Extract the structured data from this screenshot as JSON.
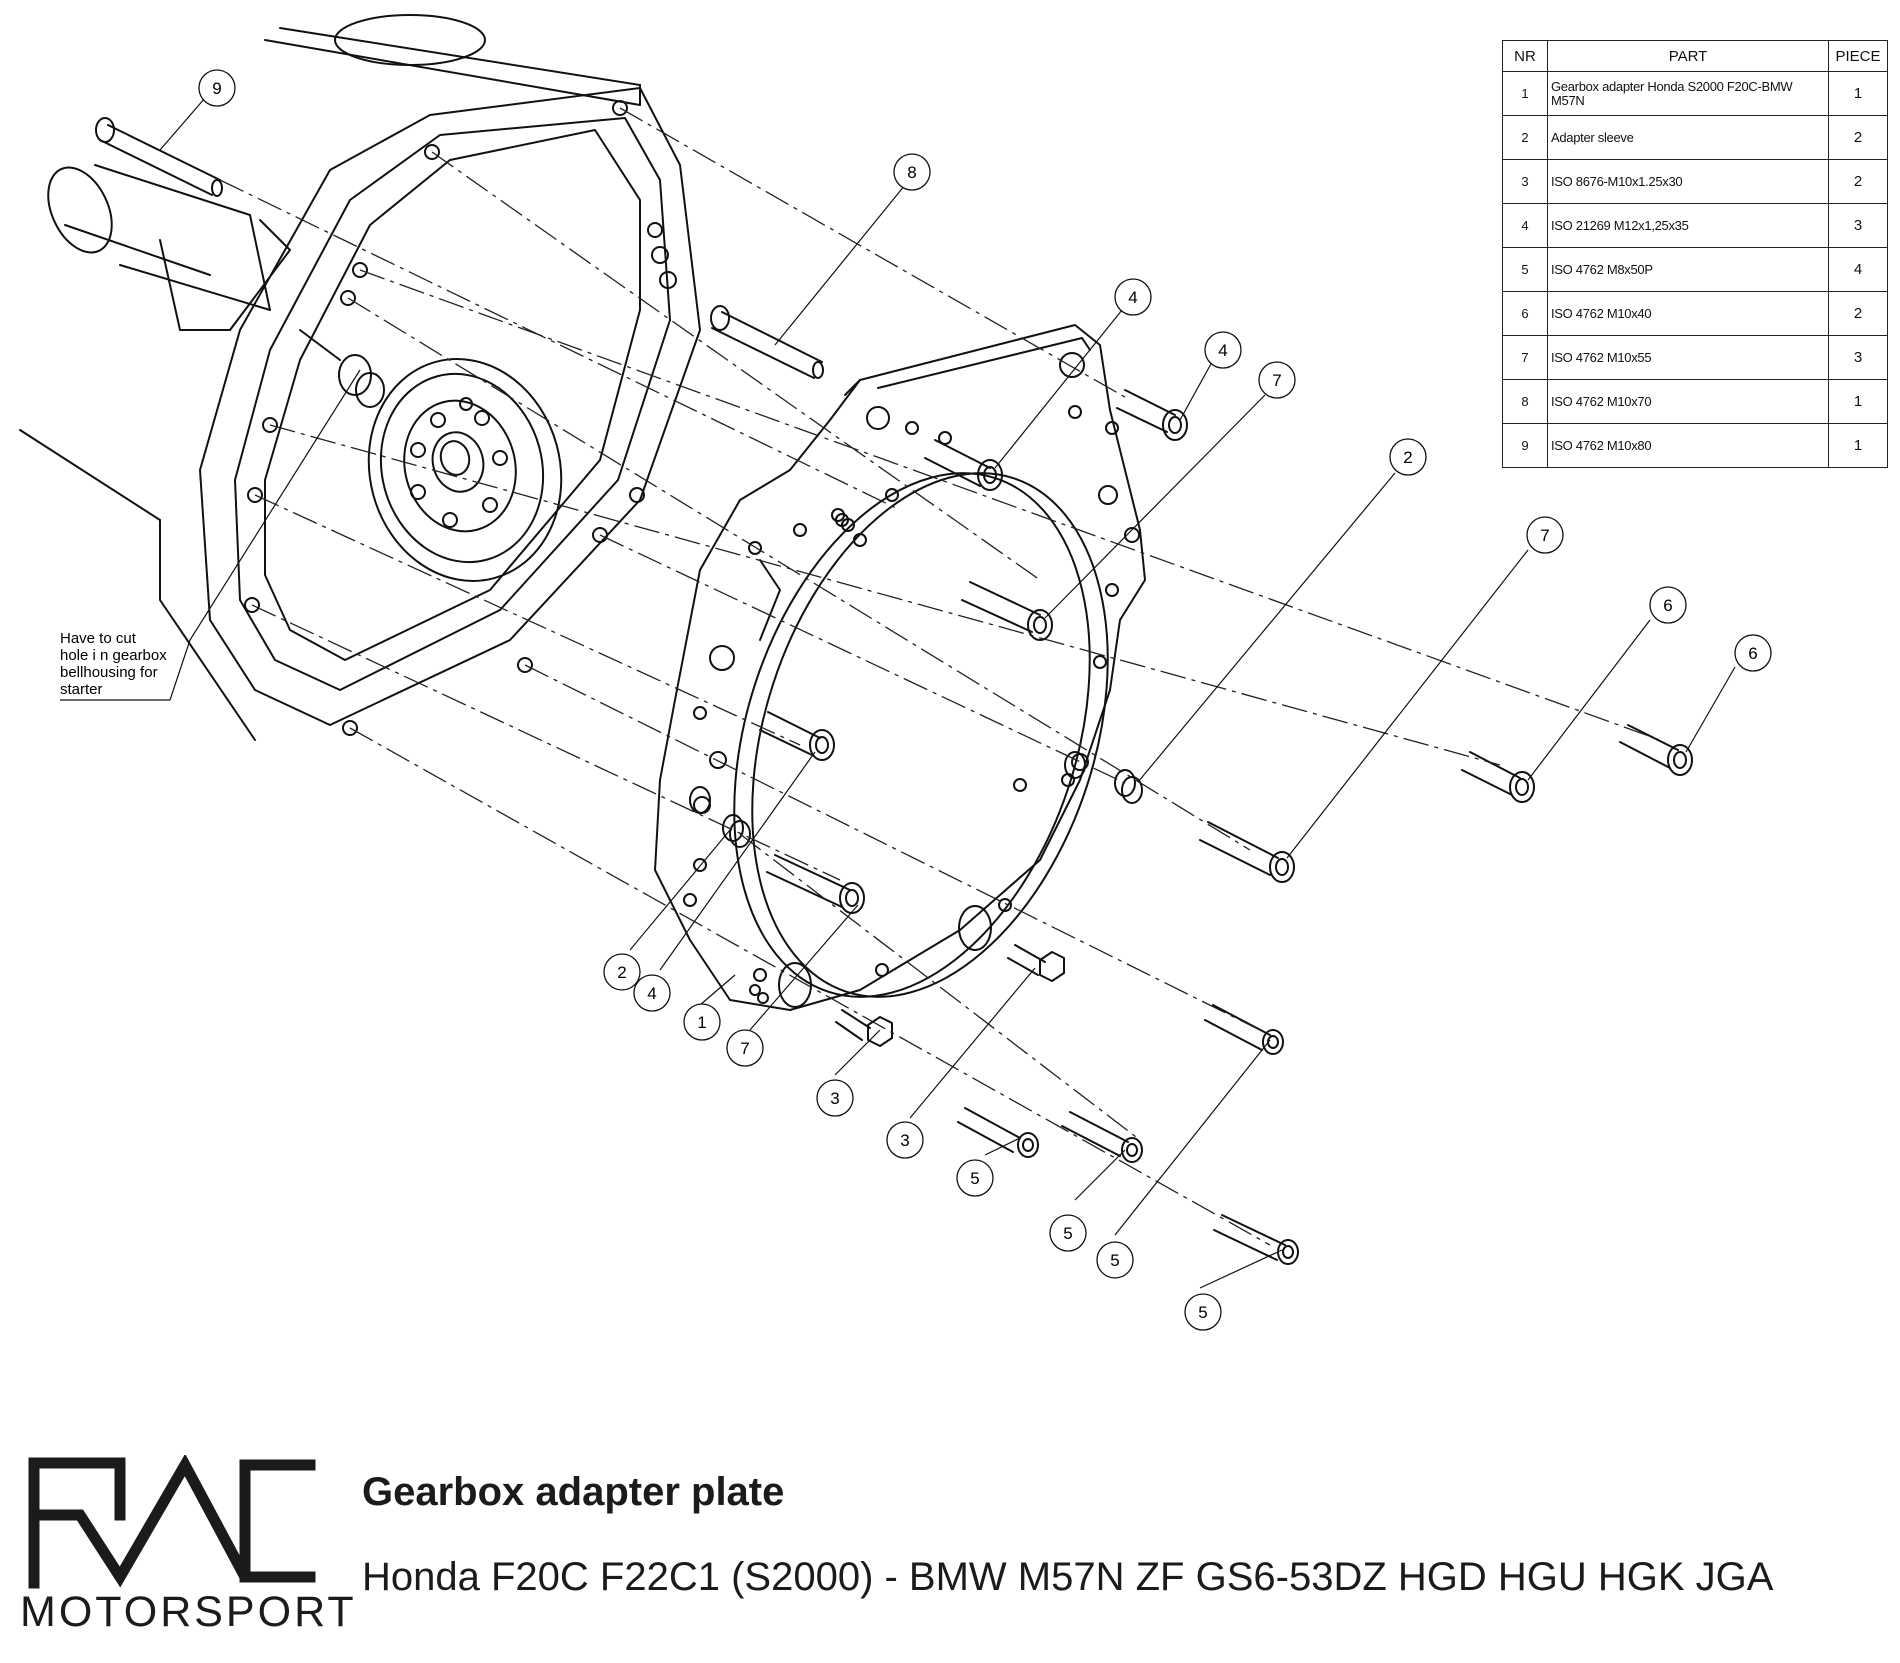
{
  "bom": {
    "headers": {
      "nr": "NR",
      "part": "PART",
      "piece": "PIECE"
    },
    "rows": [
      {
        "nr": "1",
        "part": "Gearbox adapter Honda S2000 F20C-BMW M57N",
        "piece": "1"
      },
      {
        "nr": "2",
        "part": "Adapter sleeve",
        "piece": "2"
      },
      {
        "nr": "3",
        "part": "ISO 8676-M10x1.25x30",
        "piece": "2"
      },
      {
        "nr": "4",
        "part": "ISO 21269 M12x1,25x35",
        "piece": "3"
      },
      {
        "nr": "5",
        "part": "ISO 4762 M8x50P",
        "piece": "4"
      },
      {
        "nr": "6",
        "part": "ISO 4762 M10x40",
        "piece": "2"
      },
      {
        "nr": "7",
        "part": "ISO 4762 M10x55",
        "piece": "3"
      },
      {
        "nr": "8",
        "part": "ISO 4762 M10x70",
        "piece": "1"
      },
      {
        "nr": "9",
        "part": "ISO 4762 M10x80",
        "piece": "1"
      }
    ]
  },
  "note": {
    "lines": [
      "Have to cut",
      "hole i n gearbox",
      "bellhousing for",
      "starter"
    ]
  },
  "callouts": [
    "9",
    "8",
    "4",
    "4",
    "7",
    "2",
    "7",
    "6",
    "6",
    "2",
    "4",
    "1",
    "7",
    "3",
    "3",
    "5",
    "5",
    "5",
    "5"
  ],
  "footer": {
    "brand": "MOTORSPORT",
    "title": "Gearbox adapter plate",
    "subtitle": "Honda F20C F22C1 (S2000) - BMW M57N ZF GS6-53DZ HGD HGU HGK JGA"
  }
}
